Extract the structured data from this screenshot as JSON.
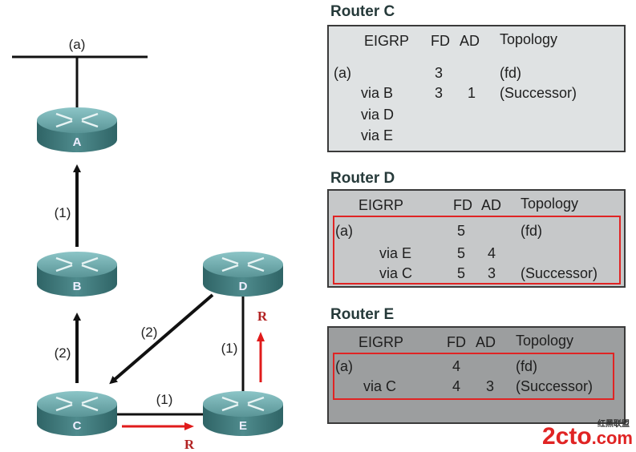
{
  "diagram": {
    "network_label": "(a)",
    "routers": [
      {
        "id": "A",
        "label": "A"
      },
      {
        "id": "B",
        "label": "B"
      },
      {
        "id": "C",
        "label": "C"
      },
      {
        "id": "D",
        "label": "D"
      },
      {
        "id": "E",
        "label": "E"
      }
    ],
    "links": [
      {
        "from": "B",
        "to": "A",
        "metric": "(1)",
        "arrow": true
      },
      {
        "from": "C",
        "to": "B",
        "metric": "(2)",
        "arrow": true
      },
      {
        "from": "D",
        "to": "C",
        "metric": "(2)",
        "arrow": true
      },
      {
        "from": "D",
        "to": "E",
        "metric": "(1)",
        "arrow": false
      },
      {
        "from": "C",
        "to": "E",
        "metric": "(1)",
        "arrow": false
      }
    ],
    "reply_arrows": [
      {
        "from": "C",
        "to": "E",
        "label": "R"
      },
      {
        "from": "E",
        "to": "D",
        "label": "R"
      }
    ],
    "colors": {
      "router_top": "#5f9ea0",
      "router_side": "#3f7c7e",
      "link": "#111111",
      "reply": "#e01b1b",
      "reply_label": "#b22222"
    }
  },
  "tables": [
    {
      "title": "Router C",
      "headers": [
        "EIGRP",
        "FD",
        "AD",
        "Topology"
      ],
      "rows": [
        [
          "(a)",
          "3",
          "",
          "(fd)"
        ],
        [
          "via B",
          "3",
          "1",
          "(Successor)"
        ],
        [
          "via D",
          "",
          "",
          ""
        ],
        [
          "via E",
          "",
          "",
          ""
        ]
      ],
      "highlighted": false,
      "background": "#dfe2e3"
    },
    {
      "title": "Router D",
      "headers": [
        "EIGRP",
        "FD",
        "AD",
        "Topology"
      ],
      "rows": [
        [
          "(a)",
          "5",
          "",
          "(fd)"
        ],
        [
          "via E",
          "5",
          "4",
          ""
        ],
        [
          "via C",
          "5",
          "3",
          "(Successor)"
        ]
      ],
      "highlighted": true,
      "background": "#c6c8c9"
    },
    {
      "title": "Router E",
      "headers": [
        "EIGRP",
        "FD",
        "AD",
        "Topology"
      ],
      "rows": [
        [
          "(a)",
          "4",
          "",
          "(fd)"
        ],
        [
          "via C",
          "4",
          "3",
          "(Successor)"
        ]
      ],
      "highlighted": true,
      "background": "#9c9e9f"
    }
  ],
  "watermark": {
    "text": "2cto",
    "suffix": ".com",
    "tag": "红黑联盟"
  }
}
